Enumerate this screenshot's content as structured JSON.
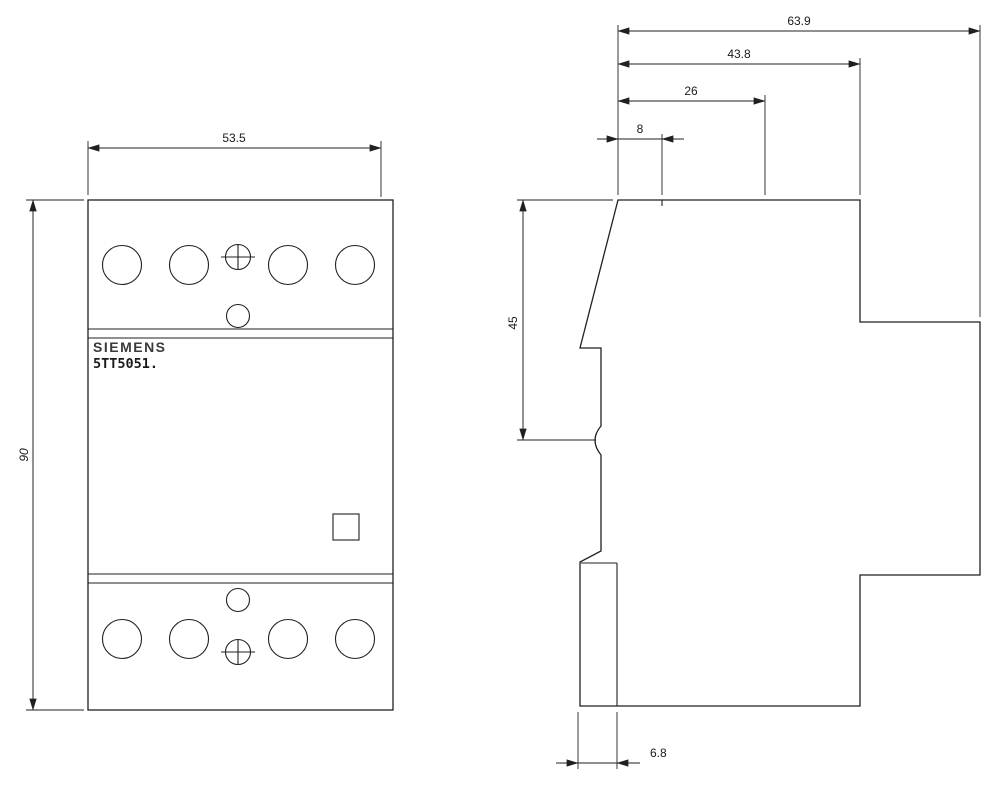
{
  "meta": {
    "background_color": "#ffffff",
    "line_color": "#231f20",
    "drawing_type": "dimensional outline drawing, front and side view"
  },
  "front_view": {
    "brand": "SIEMENS",
    "model": "5TT5051.",
    "dim_width": "53.5",
    "dim_height": "90"
  },
  "side_view": {
    "dim_total_depth": "63.9",
    "dim_upper_depth": "43.8",
    "dim_26": "26",
    "dim_8": "8",
    "dim_height_45": "45",
    "dim_6_8": "6.8"
  }
}
